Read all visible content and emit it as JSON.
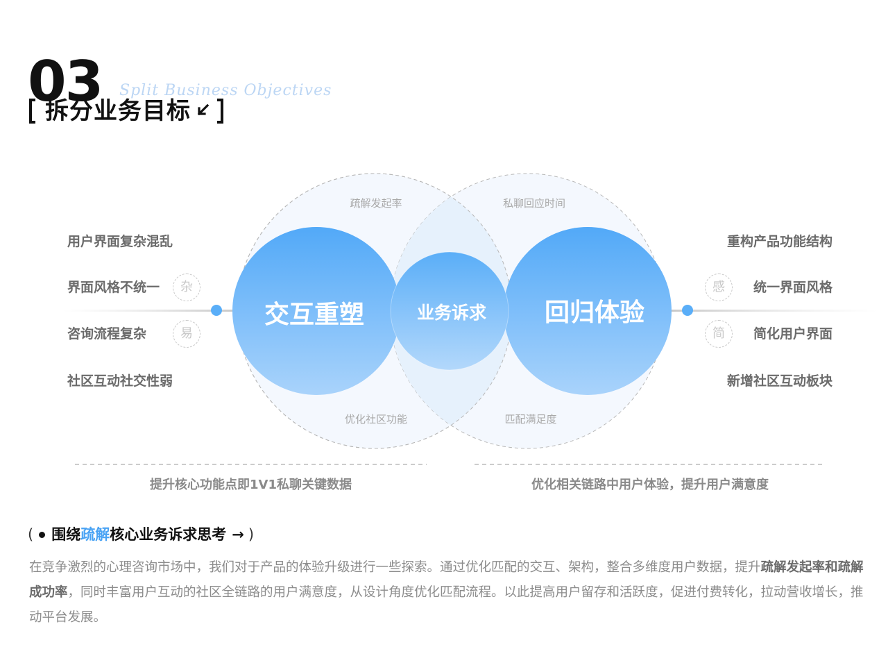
{
  "header": {
    "section_number": "03",
    "script_subtitle": "Split Business Objectives",
    "title": "拆分业务目标"
  },
  "left_list": {
    "items": [
      "用户界面复杂混乱",
      "界面风格不统一",
      "咨询流程复杂",
      "社区互动社交性弱"
    ],
    "badges": [
      "杂",
      "易"
    ]
  },
  "right_list": {
    "items": [
      "重构产品功能结构",
      "统一界面风格",
      "简化用户界面",
      "新增社区互动板块"
    ],
    "badges": [
      "感",
      "简"
    ]
  },
  "diagram": {
    "left_circle": "交互重塑",
    "center_circle": "业务诉求",
    "right_circle": "回归体验",
    "top_left_label": "疏解发起率",
    "top_right_label": "私聊回应时间",
    "bottom_left_label": "优化社区功能",
    "bottom_right_label": "匹配满足度"
  },
  "captions": {
    "left": "提升核心功能点即1V1私聊关键数据",
    "right": "优化相关链路中用户体验，提升用户满意度"
  },
  "thinking": {
    "before": "围绕",
    "highlight": "疏解",
    "after": "核心业务诉求思考",
    "arrow": "→"
  },
  "paragraph": {
    "part1": "在竞争激烈的心理咨询市场中，我们对于产品的体验升级进行一些探索。通过优化匹配的交互、架构，整合多维度用户数据，提升",
    "bold1": "疏解发起率",
    "mid": "和",
    "bold2": "疏解成功率",
    "part2": "，同时丰富用户互动的社区全链路的用户满意度，从设计角度优化匹配流程。以此提高用户留存和活跃度，促进付费转化，拉动营收增长，推动平台发展。"
  },
  "colors": {
    "accent": "#4aa3f4",
    "circle_gradient_top": "#52a9f8",
    "circle_gradient_bottom": "#a9d3fb",
    "muted_text": "#8c8c8c"
  }
}
